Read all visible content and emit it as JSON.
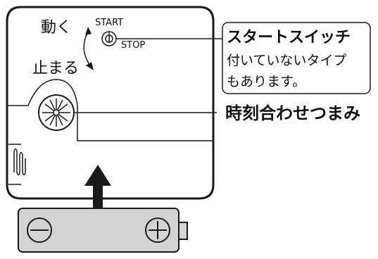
{
  "labels": {
    "moves": "動く",
    "stops": "止まる",
    "start": "START",
    "stop": "STOP"
  },
  "callouts": {
    "switch_title": "スタートスイッチ",
    "switch_note_line1": "付いていないタイプ",
    "switch_note_line2": "もあります。",
    "time_knob": "時刻合わせつまみ"
  },
  "battery": {
    "minus_symbol": "−",
    "plus_symbol": "+"
  },
  "colors": {
    "outline": "#1a1a1a",
    "battery_fill": "#d3d3d3",
    "background": "#ffffff"
  }
}
